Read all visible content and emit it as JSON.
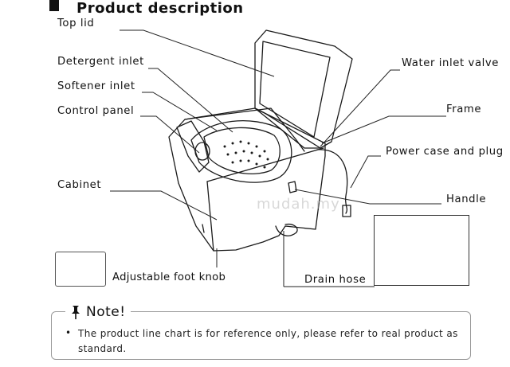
{
  "heading": "Product description",
  "labels": {
    "top_lid": "Top lid",
    "detergent_inlet": "Detergent inlet",
    "softener_inlet": "Softener inlet",
    "control_panel": "Control panel",
    "cabinet": "Cabinet",
    "adjustable_foot_knob": "Adjustable foot knob",
    "water_inlet_valve": "Water inlet valve",
    "frame": "Frame",
    "power_case_and_plug": "Power case and plug",
    "handle": "Handle",
    "drain_hose": "Drain hose"
  },
  "note": {
    "title": "Note!",
    "bullet": "•",
    "text": "The product line chart is for reference only, please refer to real product as standard."
  },
  "watermark": "mudah.my",
  "icons": {
    "note_icon": "pushpin-icon"
  },
  "colors": {
    "ink": "#111111",
    "note_border": "#999999"
  }
}
